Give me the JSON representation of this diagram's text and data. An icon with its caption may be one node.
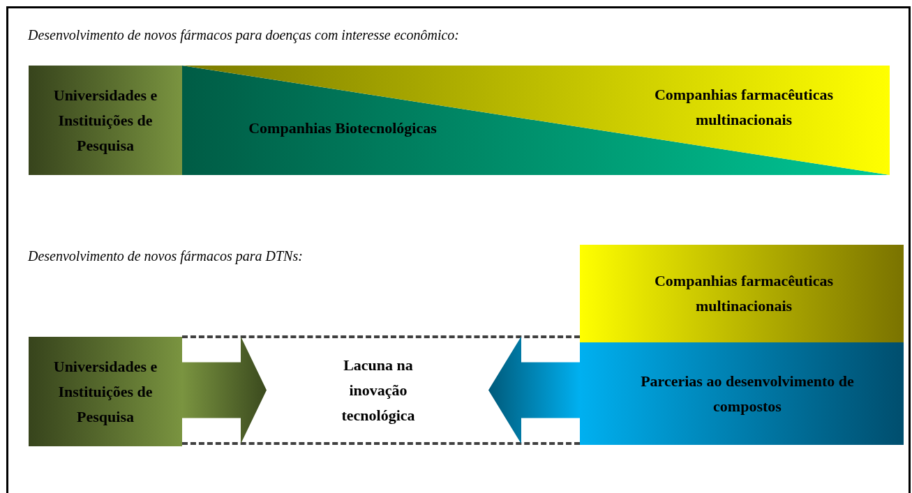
{
  "diagram": {
    "nodes": [
      {
        "text": [
          "Universidades e Instituições de Pesquisa"
        ]
      },
      {
        "text": [
          "Companhias Biotecnológicas"
        ]
      },
      {
        "text": [
          "Companhias farmacêuticas multinacionais"
        ]
      },
      {
        "text": [
          "Universidades e Instituições de Pesquisa"
        ]
      },
      {
        "text": [
          "Lacuna na inovação tecnológica"
        ]
      },
      {
        "text": [
          "Companhias farmacêuticas multinacionais"
        ]
      },
      {
        "text": [
          "Parcerias ao desenvolvimento de compostos"
        ]
      }
    ],
    "edges": [
      {
        "from": 3,
        "to": 4,
        "arrow": "to",
        "style": "thick",
        "color": "#3b4a1e"
      },
      {
        "from": 6,
        "to": 4,
        "arrow": "to",
        "style": "thick",
        "color": "#005a7a"
      }
    ],
    "labels": [
      "Desenvolvimento de novos fármacos para doenças com interesse econômico:",
      "Desenvolvimento de novos fármacos para DTNs:"
    ]
  }
}
